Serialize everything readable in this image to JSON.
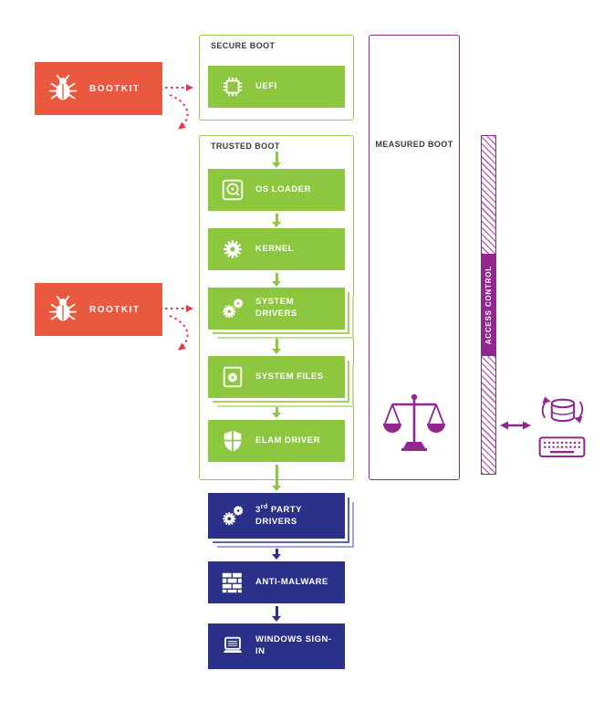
{
  "colors": {
    "green": "#8dc63f",
    "navy": "#2b3188",
    "purple": "#92278f",
    "red_box": "#e8593f",
    "red_arrow": "#e23a52"
  },
  "threats": {
    "bootkit": {
      "label": "BOOTKIT",
      "icon": "bug-icon"
    },
    "rootkit": {
      "label": "ROOTKIT",
      "icon": "bug-icon"
    }
  },
  "secure_boot": {
    "title": "SECURE BOOT",
    "items": [
      {
        "label": "UEFI",
        "icon": "chip-icon"
      }
    ]
  },
  "trusted_boot": {
    "title": "TRUSTED BOOT",
    "items": [
      {
        "label": "OS LOADER",
        "icon": "disk-icon"
      },
      {
        "label": "KERNEL",
        "icon": "gear-icon"
      },
      {
        "label": "SYSTEM DRIVERS",
        "icon": "gears-icon"
      },
      {
        "label": "SYSTEM FILES",
        "icon": "file-gear-icon"
      },
      {
        "label": "ELAM DRIVER",
        "icon": "shield-icon"
      }
    ]
  },
  "measured_boot": {
    "title": "MEASURED BOOT",
    "icon": "scales-icon"
  },
  "access_control": {
    "label": "ACCESS CONTROL"
  },
  "remote_attestation": {
    "icon": "server-keyboard-icon"
  },
  "post_boot": {
    "items": [
      {
        "label_num": "3",
        "label_sup": "rd",
        "label_rest": " PARTY DRIVERS",
        "icon": "gears-icon"
      },
      {
        "label": "ANTI-MALWARE",
        "icon": "brick-wall-icon"
      },
      {
        "label": "WINDOWS SIGN-IN",
        "icon": "laptop-icon"
      }
    ]
  }
}
